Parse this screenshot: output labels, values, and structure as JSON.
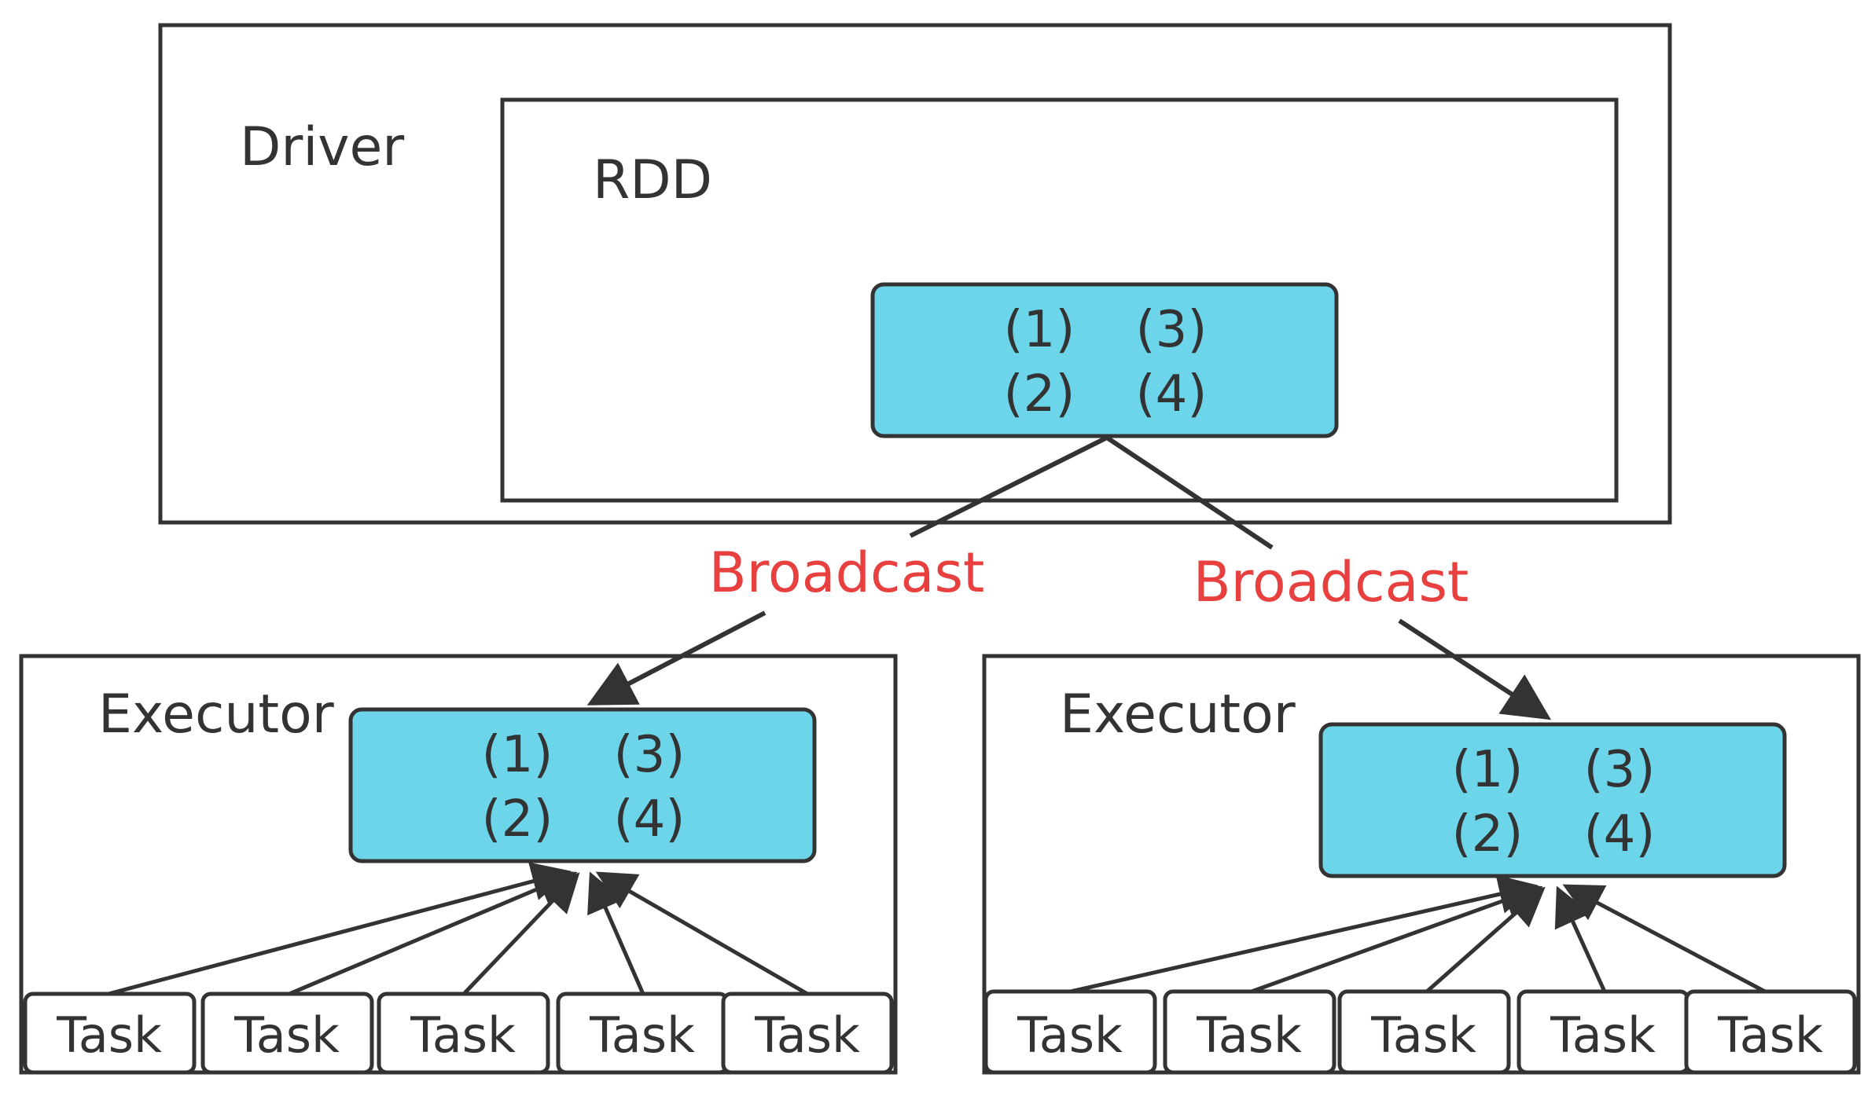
{
  "colors": {
    "stroke": "#333333",
    "text": "#333333",
    "data_fill": "#6DD5EA",
    "broadcast": "#E8403F",
    "background": "#FFFFFF"
  },
  "driver": {
    "label": "Driver",
    "rdd": {
      "label": "RDD",
      "cells": [
        "(1)",
        "(3)",
        "(2)",
        "(4)"
      ]
    }
  },
  "broadcast": {
    "left_label": "Broadcast",
    "right_label": "Broadcast"
  },
  "executors": [
    {
      "label": "Executor",
      "cells": [
        "(1)",
        "(3)",
        "(2)",
        "(4)"
      ],
      "tasks": [
        "Task",
        "Task",
        "Task",
        "Task",
        "Task"
      ]
    },
    {
      "label": "Executor",
      "cells": [
        "(1)",
        "(3)",
        "(2)",
        "(4)"
      ],
      "tasks": [
        "Task",
        "Task",
        "Task",
        "Task",
        "Task"
      ]
    }
  ]
}
